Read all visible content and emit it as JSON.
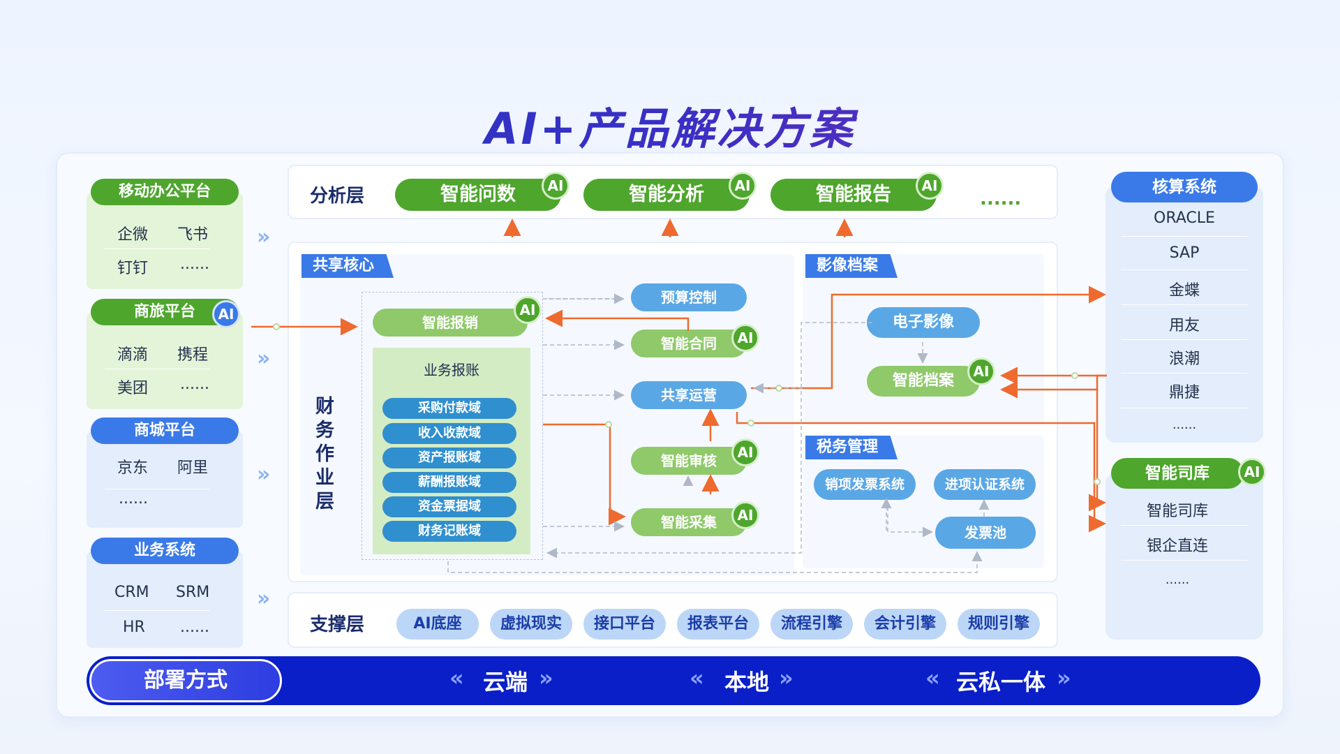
{
  "title": "AI+产品解决方案",
  "ai_label": "AI",
  "left": {
    "mobile": {
      "title": "移动办公平台",
      "items": [
        "企微",
        "飞书",
        "钉钉",
        "......"
      ]
    },
    "travel": {
      "title": "商旅平台",
      "items": [
        "滴滴",
        "携程",
        "美团",
        "......"
      ]
    },
    "mall": {
      "title": "商城平台",
      "items": [
        "京东",
        "阿里",
        "......"
      ]
    },
    "business": {
      "title": "业务系统",
      "items": [
        "CRM",
        "SRM",
        "HR",
        "......"
      ]
    }
  },
  "analysis": {
    "label": "分析层",
    "items": [
      "智能问数",
      "智能分析",
      "智能报告"
    ],
    "more": "......"
  },
  "core": {
    "tag": "共享核心",
    "layer_label": "财务作业层",
    "reimburse": "智能报销",
    "account_title": "业务报账",
    "domains": [
      "采购付款域",
      "收入收款域",
      "资产报账域",
      "薪酬报账域",
      "资金票据域",
      "财务记账域"
    ],
    "budget": "预算控制",
    "contract": "智能合同",
    "operation": "共享运营",
    "audit": "智能审核",
    "collect": "智能采集"
  },
  "image": {
    "tag": "影像档案",
    "electronic": "电子影像",
    "archive": "智能档案"
  },
  "tax": {
    "tag": "税务管理",
    "sales_invoice": "销项发票系统",
    "input_cert": "进项认证系统",
    "invoice_pool": "发票池"
  },
  "support": {
    "label": "支撑层",
    "items": [
      "AI底座",
      "虚拟现实",
      "接口平台",
      "报表平台",
      "流程引擎",
      "会计引擎",
      "规则引擎"
    ]
  },
  "right": {
    "accounting": {
      "title": "核算系统",
      "items": [
        "ORACLE",
        "SAP",
        "金蝶",
        "用友",
        "浪潮",
        "鼎捷",
        "......"
      ]
    },
    "treasury": {
      "title": "智能司库",
      "items": [
        "智能司库",
        "银企直连",
        "......"
      ]
    }
  },
  "deploy": {
    "label": "部署方式",
    "items": [
      "云端",
      "本地",
      "云私一体"
    ]
  },
  "colors": {
    "green": "#4ea62d",
    "blue": "#3a7ae8",
    "orange": "#ee6a2e",
    "navy": "#0a1fc8"
  }
}
